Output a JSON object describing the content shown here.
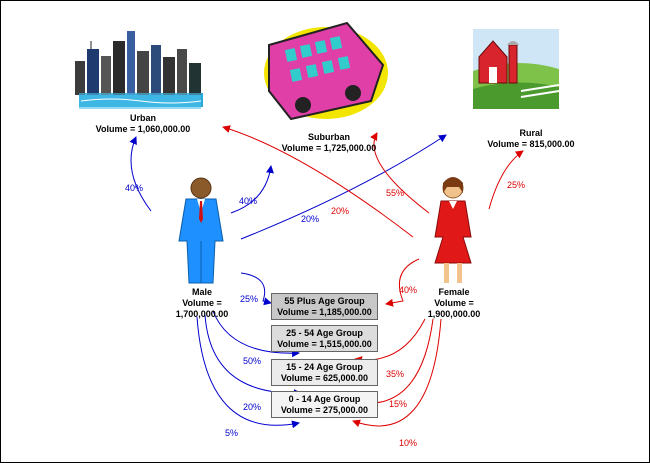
{
  "colors": {
    "male": "#0000cc",
    "female": "#dd0000",
    "box_dark": "#c8c8c8",
    "box_light": "#f2f2f2"
  },
  "icons": [
    "city-skyline-icon",
    "double-decker-bus-icon",
    "farm-barn-icon",
    "businessman-icon",
    "businesswoman-icon"
  ],
  "areas": {
    "urban": {
      "name": "Urban",
      "volume": "Volume = 1,060,000.00"
    },
    "suburban": {
      "name": "Suburban",
      "volume": "Volume = 1,725,000.00"
    },
    "rural": {
      "name": "Rural",
      "volume": "Volume = 815,000.00"
    }
  },
  "people": {
    "male": {
      "name": "Male",
      "volume_label": "Volume =",
      "volume_value": "1,700,000.00"
    },
    "female": {
      "name": "Female",
      "volume_label": "Volume =",
      "volume_value": "1,900,000.00"
    }
  },
  "age_groups": [
    {
      "name": "55 Plus Age Group",
      "volume": "Volume = 1,185,000.00"
    },
    {
      "name": "25 - 54 Age Group",
      "volume": "Volume = 1,515,000.00"
    },
    {
      "name": "15 - 24 Age Group",
      "volume": "Volume = 625,000.00"
    },
    {
      "name": "0 - 14 Age Group",
      "volume": "Volume = 275,000.00"
    }
  ],
  "flows": {
    "male_to_urban": "40%",
    "male_to_suburban": "40%",
    "male_to_rural": "20%",
    "female_to_urban": "20%",
    "female_to_suburban": "55%",
    "female_to_rural": "25%",
    "male_to_55plus": "25%",
    "male_to_15_24": "50%",
    "male_to_0_14_a": "20%",
    "male_to_0_14_b": "5%",
    "female_to_55plus": "40%",
    "female_to_15_24": "35%",
    "female_to_0_14_a": "15%",
    "female_to_0_14_b": "10%"
  }
}
